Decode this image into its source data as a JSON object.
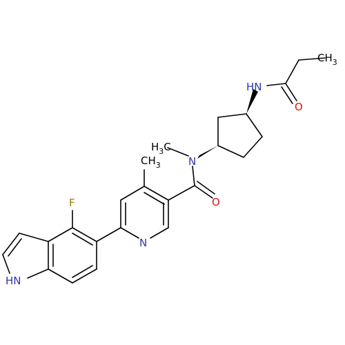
{
  "diagram": {
    "type": "chemical-structure",
    "atoms": {
      "ch3_top": {
        "main": "CH",
        "sub": "3"
      },
      "nh_amide": {
        "main": "HN"
      },
      "o_amide_top": {
        "main": "O"
      },
      "h3c_n": {
        "main": "H",
        "sub": "3",
        "tail": "C"
      },
      "n_methyl": {
        "main": "N"
      },
      "ch3_ring": {
        "main": "CH",
        "sub": "3"
      },
      "o_amide_mid": {
        "main": "O"
      },
      "fluorine": {
        "main": "F"
      },
      "n_pyridine": {
        "main": "N"
      },
      "nh_indole": {
        "main": "HN"
      }
    },
    "colors": {
      "bond": "#000000",
      "carbon_label": "#000000",
      "nitrogen": "#3333aa",
      "oxygen": "#dd1111",
      "fluorine": "#9a7b00"
    }
  }
}
